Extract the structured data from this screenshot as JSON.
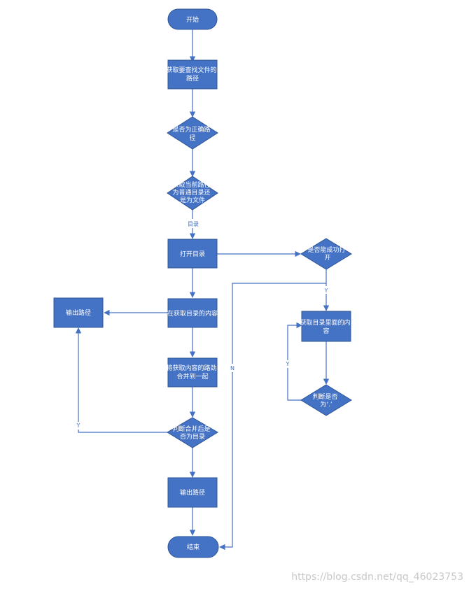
{
  "colors": {
    "node_fill": "#4472c4",
    "node_stroke": "#2f5597",
    "edge": "#4472c4",
    "text": "#ffffff"
  },
  "nodes": {
    "start": {
      "text": "开始",
      "shape": "terminal"
    },
    "get_path": {
      "text": "获取要查找文件的路径",
      "shape": "process"
    },
    "is_valid": {
      "text": "是否为正确路径",
      "shape": "decision"
    },
    "dir_or_file": {
      "text": "获取当前路径为普通目录还是为文件",
      "shape": "decision"
    },
    "open_dir": {
      "text": "打开目录",
      "shape": "process"
    },
    "opened_ok": {
      "text": "是否能成功打开",
      "shape": "decision"
    },
    "get_contents": {
      "text": "在获取目录的内容",
      "shape": "process"
    },
    "output_path_left": {
      "text": "输出路径",
      "shape": "process"
    },
    "get_inner": {
      "text": "获取目录里面的内容",
      "shape": "process"
    },
    "merge_path": {
      "text": "将获取内容的路劲合并到一起",
      "shape": "process"
    },
    "is_dot": {
      "text": "判断是否为‘.’",
      "shape": "decision"
    },
    "merged_is_dir": {
      "text": "判断合并后是否为目录",
      "shape": "decision"
    },
    "output_path": {
      "text": "输出路径",
      "shape": "process"
    },
    "end": {
      "text": "结束",
      "shape": "terminal"
    }
  },
  "edge_labels": {
    "dir": "目录",
    "yes_open": "Y",
    "no_open": "N",
    "yes_dot": "Y",
    "yes_dir": "Y"
  },
  "watermark": "https://blog.csdn.net/qq_46023753"
}
